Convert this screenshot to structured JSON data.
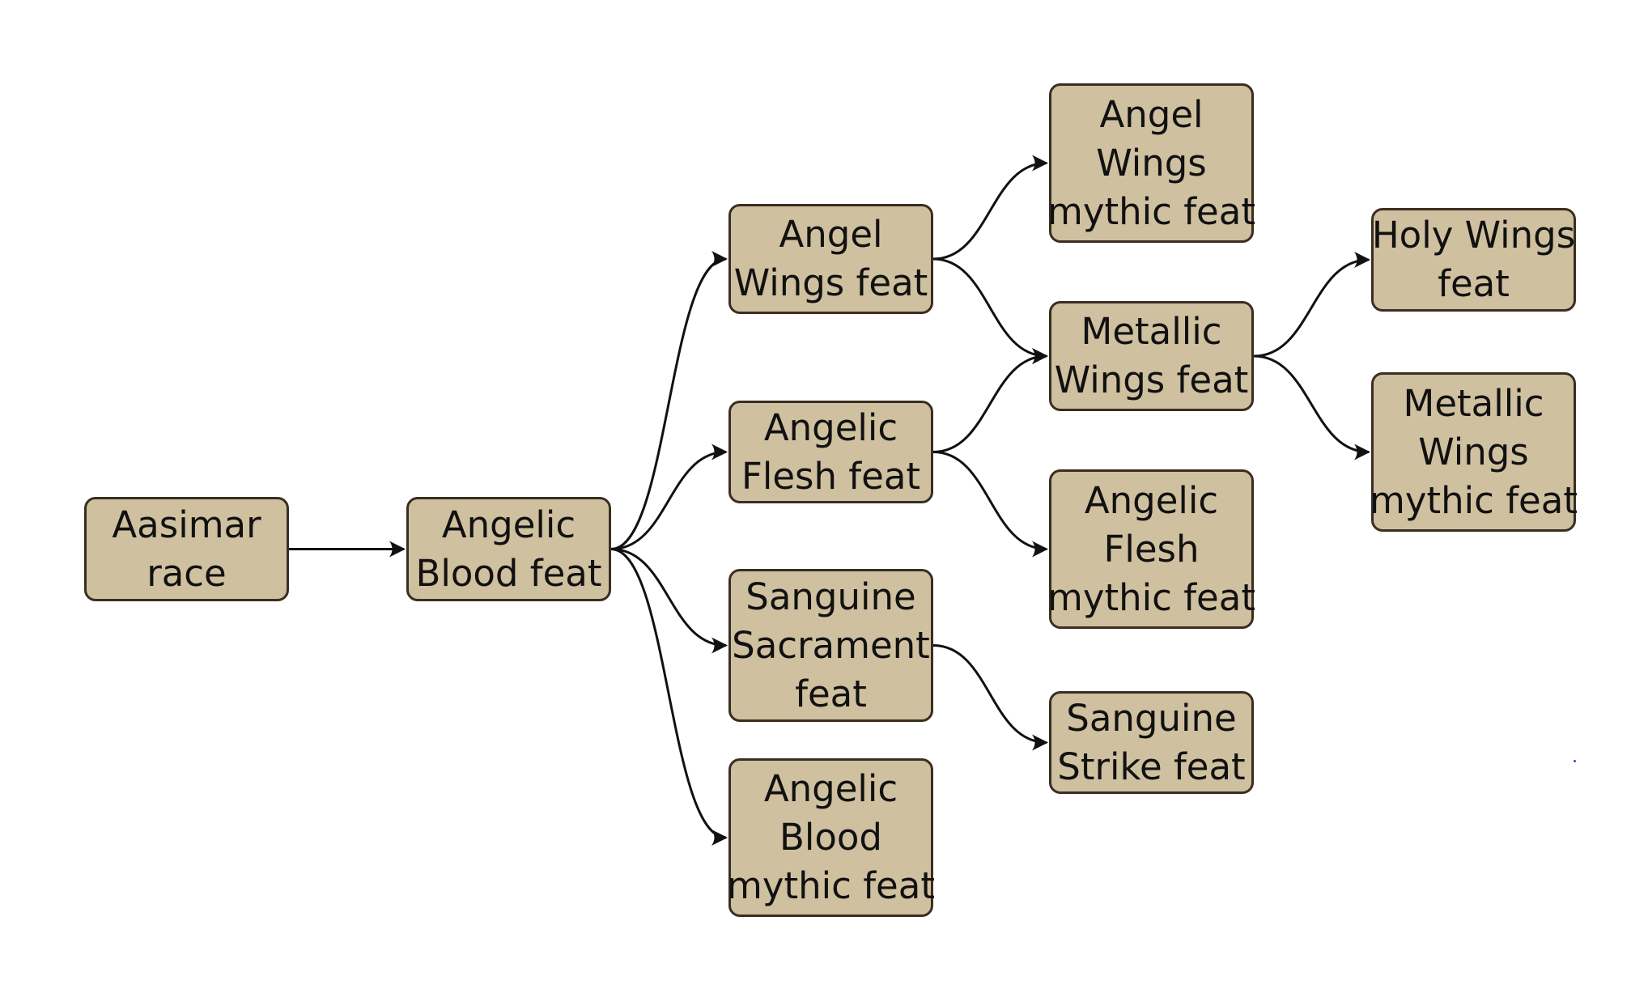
{
  "diagram": {
    "node_fill": "#cfc09f",
    "node_border": "#3a2e22",
    "edge_color": "#111111",
    "nodes": [
      {
        "id": "aasimar",
        "lines": [
          "Aasimar",
          "race"
        ]
      },
      {
        "id": "angelic-blood",
        "lines": [
          "Angelic",
          "Blood feat"
        ]
      },
      {
        "id": "angel-wings",
        "lines": [
          "Angel",
          "Wings feat"
        ]
      },
      {
        "id": "angelic-flesh",
        "lines": [
          "Angelic",
          "Flesh feat"
        ]
      },
      {
        "id": "sanguine-sacrament",
        "lines": [
          "Sanguine",
          "Sacrament",
          "feat"
        ]
      },
      {
        "id": "angelic-blood-mythic",
        "lines": [
          "Angelic",
          "Blood",
          "mythic feat"
        ]
      },
      {
        "id": "angel-wings-mythic",
        "lines": [
          "Angel",
          "Wings",
          "mythic feat"
        ]
      },
      {
        "id": "metallic-wings",
        "lines": [
          "Metallic",
          "Wings feat"
        ]
      },
      {
        "id": "angelic-flesh-mythic",
        "lines": [
          "Angelic",
          "Flesh",
          "mythic feat"
        ]
      },
      {
        "id": "sanguine-strike",
        "lines": [
          "Sanguine",
          "Strike feat"
        ]
      },
      {
        "id": "holy-wings",
        "lines": [
          "Holy Wings",
          "feat"
        ]
      },
      {
        "id": "metallic-wings-mythic",
        "lines": [
          "Metallic",
          "Wings",
          "mythic feat"
        ]
      }
    ],
    "edges": [
      {
        "from": "aasimar",
        "to": "angelic-blood"
      },
      {
        "from": "angelic-blood",
        "to": "angel-wings"
      },
      {
        "from": "angelic-blood",
        "to": "angelic-flesh"
      },
      {
        "from": "angelic-blood",
        "to": "sanguine-sacrament"
      },
      {
        "from": "angelic-blood",
        "to": "angelic-blood-mythic"
      },
      {
        "from": "angel-wings",
        "to": "angel-wings-mythic"
      },
      {
        "from": "angel-wings",
        "to": "metallic-wings"
      },
      {
        "from": "angelic-flesh",
        "to": "metallic-wings"
      },
      {
        "from": "angelic-flesh",
        "to": "angelic-flesh-mythic"
      },
      {
        "from": "sanguine-sacrament",
        "to": "sanguine-strike"
      },
      {
        "from": "metallic-wings",
        "to": "holy-wings"
      },
      {
        "from": "metallic-wings",
        "to": "metallic-wings-mythic"
      }
    ]
  }
}
